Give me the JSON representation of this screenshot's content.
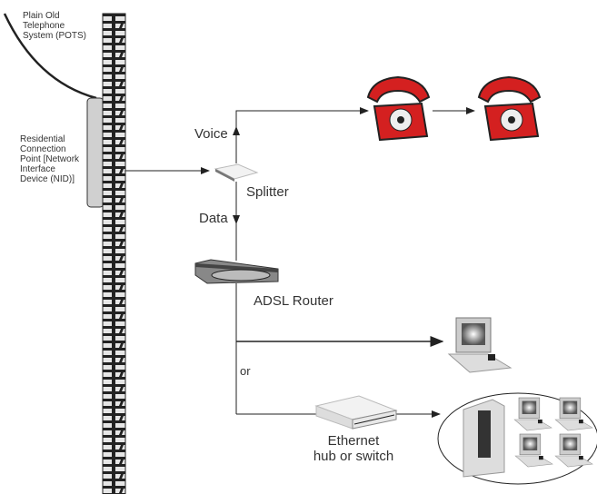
{
  "labels": {
    "pots": "Plain Old\nTelephone\nSystem (POTS)",
    "nid": "Residential\nConnection\nPoint [Network\nInterface\nDevice (NID)]",
    "voice": "Voice",
    "splitter": "Splitter",
    "data": "Data",
    "router": "ADSL Router",
    "or": "or",
    "hub": "Ethernet\nhub or switch"
  },
  "colors": {
    "phone": "#d42020",
    "wall_brick": "#e6e6e6",
    "line": "#222222"
  },
  "icons": [
    "brick-wall-icon",
    "splitter-icon",
    "telephone-icon",
    "router-icon",
    "computer-icon",
    "hub-icon",
    "server-icon"
  ]
}
